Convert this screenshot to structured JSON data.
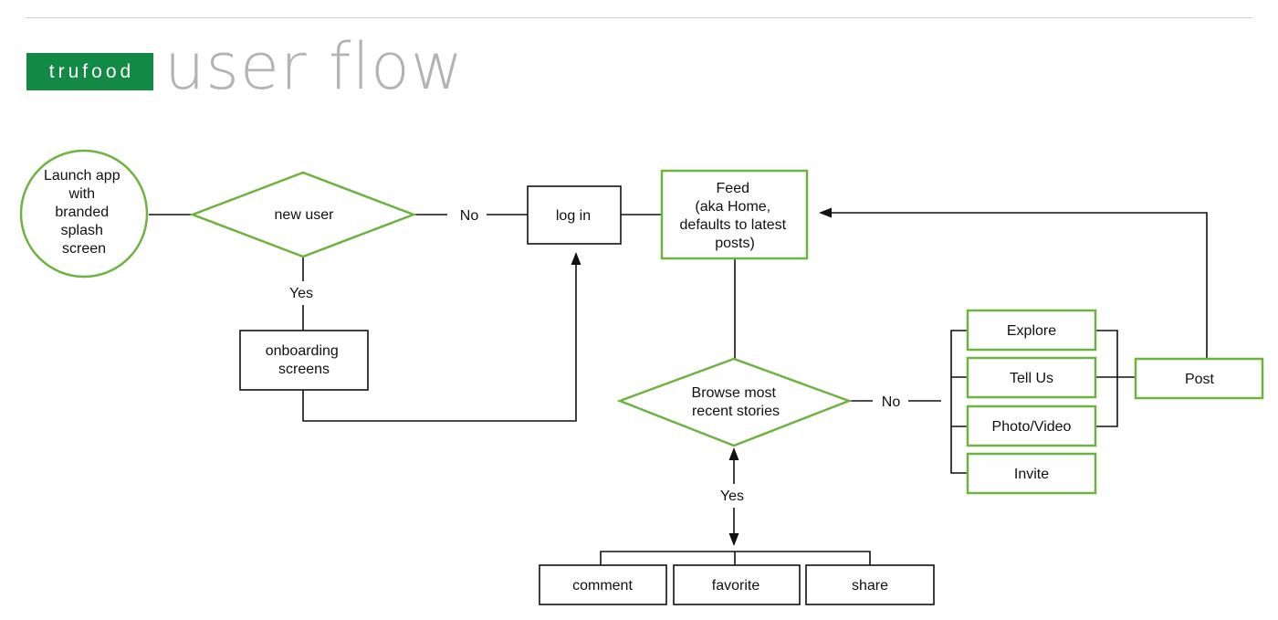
{
  "header": {
    "brand": "trufood",
    "title": "user flow"
  },
  "nodes": {
    "launch": [
      "Launch app",
      "with",
      "branded",
      "splash",
      "screen"
    ],
    "new_user": [
      "new user"
    ],
    "log_in": [
      "log in"
    ],
    "onboarding": [
      "onboarding",
      "screens"
    ],
    "feed": [
      "Feed",
      "(aka Home,",
      "defaults to latest",
      "posts)"
    ],
    "browse": [
      "Browse most",
      "recent stories"
    ],
    "explore": [
      "Explore"
    ],
    "tell_us": [
      "Tell Us"
    ],
    "photo_video": [
      "Photo/Video"
    ],
    "invite": [
      "Invite"
    ],
    "post": [
      "Post"
    ],
    "comment": [
      "comment"
    ],
    "favorite": [
      "favorite"
    ],
    "share": [
      "share"
    ]
  },
  "edges": {
    "new_user_no": "No",
    "new_user_yes": "Yes",
    "browse_no": "No",
    "browse_yes": "Yes"
  },
  "colors": {
    "brand_green": "#128a46",
    "node_green": "#6cb33f",
    "title_gray": "#b3b3b3"
  }
}
